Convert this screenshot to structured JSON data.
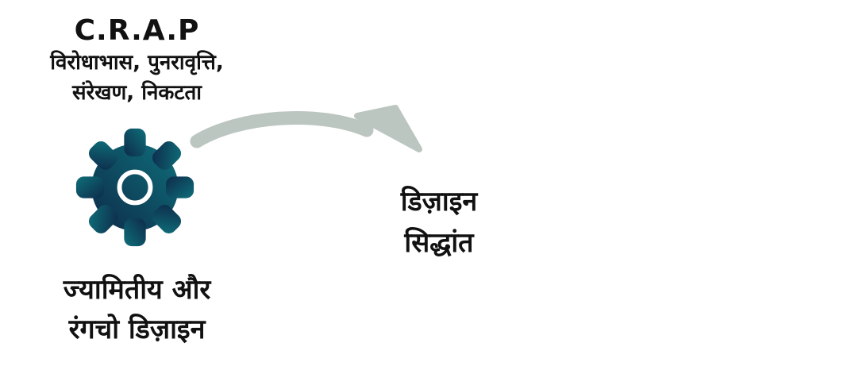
{
  "crap": {
    "title": "C.R.A.P",
    "line1": "विरोधाभास, पुनरावृत्ति,",
    "line2": "संरेखण, निकटता"
  },
  "geometry_design": {
    "line1": "ज्यामितीय और",
    "line2": "रंगचो डिज़ाइन"
  },
  "design_principles": {
    "line1": "डिज़ाइन",
    "line2": "सिद्धांत"
  },
  "colors": {
    "gear_start": "#0d2a4a",
    "gear_end": "#0f6f7a",
    "arrow": "#bcc6c0",
    "text": "#111111"
  }
}
